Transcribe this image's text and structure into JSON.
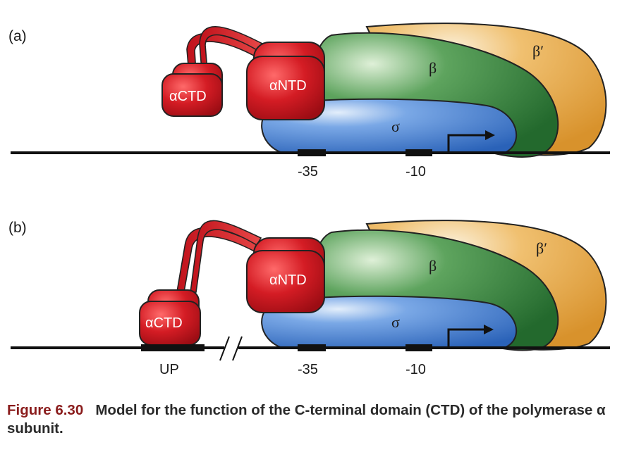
{
  "panels": [
    {
      "label": "(a)",
      "protein_labels": {
        "actd": "αCTD",
        "antd": "αNTD",
        "beta": "β",
        "beta_prime": "β′",
        "sigma": "σ"
      },
      "sites": {
        "minus35": "-35",
        "minus10": "-10"
      }
    },
    {
      "label": "(b)",
      "protein_labels": {
        "actd": "αCTD",
        "antd": "αNTD",
        "beta": "β",
        "beta_prime": "β′",
        "sigma": "σ"
      },
      "sites": {
        "up": "UP",
        "minus35": "-35",
        "minus10": "-10"
      }
    }
  ],
  "caption": {
    "number": "Figure 6.30",
    "text": "Model for the function of the C-terminal domain (CTD) of the polymerase α subunit."
  },
  "colors": {
    "alpha_red": "#c8141e",
    "beta_green": "#2f7d3a",
    "beta_prime_orange": "#e3a43c",
    "sigma_blue": "#2f6fc6",
    "dna_black": "#111111",
    "caption_red": "#8a1c1c"
  }
}
